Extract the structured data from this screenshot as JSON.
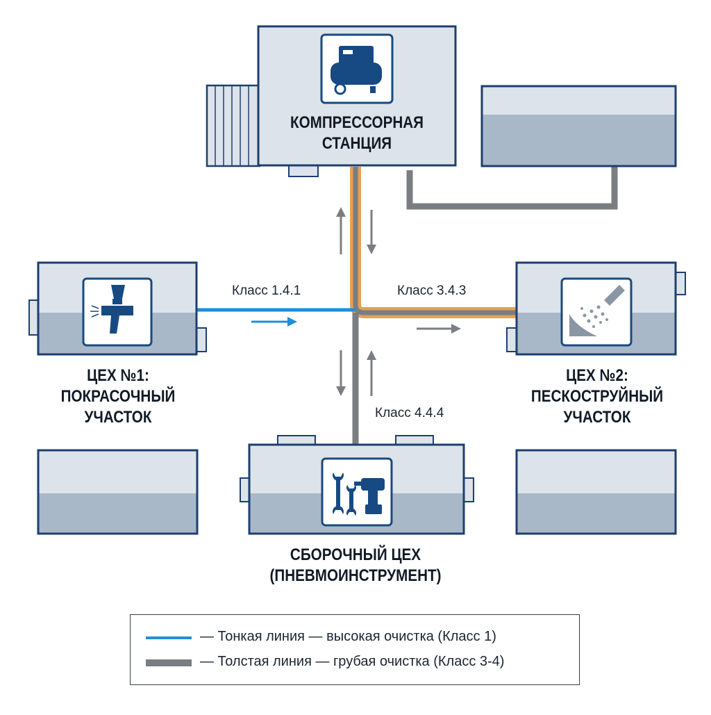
{
  "nodes": {
    "compressor": {
      "line1": "КОМПРЕССОРНАЯ",
      "line2": "СТАНЦИЯ",
      "icon": "air-compressor-icon"
    },
    "shop1": {
      "line1": "ЦЕХ №1:",
      "line2": "ПОКРАСОЧНЫЙ",
      "line3": "УЧАСТОК",
      "icon": "spray-gun-icon"
    },
    "shop2": {
      "line1": "ЦЕХ №2:",
      "line2": "ПЕСКОСТРУЙНЫЙ",
      "line3": "УЧАСТОК",
      "icon": "sandblast-icon"
    },
    "assembly": {
      "line1": "СБОРОЧНЫЙ ЦЕХ",
      "line2": "(ПНЕВМОИНСТРУМЕНТ)",
      "icon": "wrench-drill-icon"
    }
  },
  "pipes": {
    "fine": {
      "label": "Класс 1.4.1",
      "color": "#1e90d6"
    },
    "coarse_right": {
      "label": "Класс 3.4.3",
      "color": "#e8a050"
    },
    "coarse_down": {
      "label": "Класс 4.4.4",
      "color": "#7a7d82"
    }
  },
  "legend": {
    "fine_text": "— Тонкая линия — высокая очистка (Класс 1)",
    "coarse_text": "— Толстая линия — грубая очистка (Класс 3-4)"
  },
  "colors": {
    "box_stroke": "#1d3f6e",
    "box_fill_light": "#dde3ea",
    "box_fill_dark": "#a9b8c8",
    "icon_blue": "#174a82",
    "gray_pipe": "#7a7d82"
  }
}
